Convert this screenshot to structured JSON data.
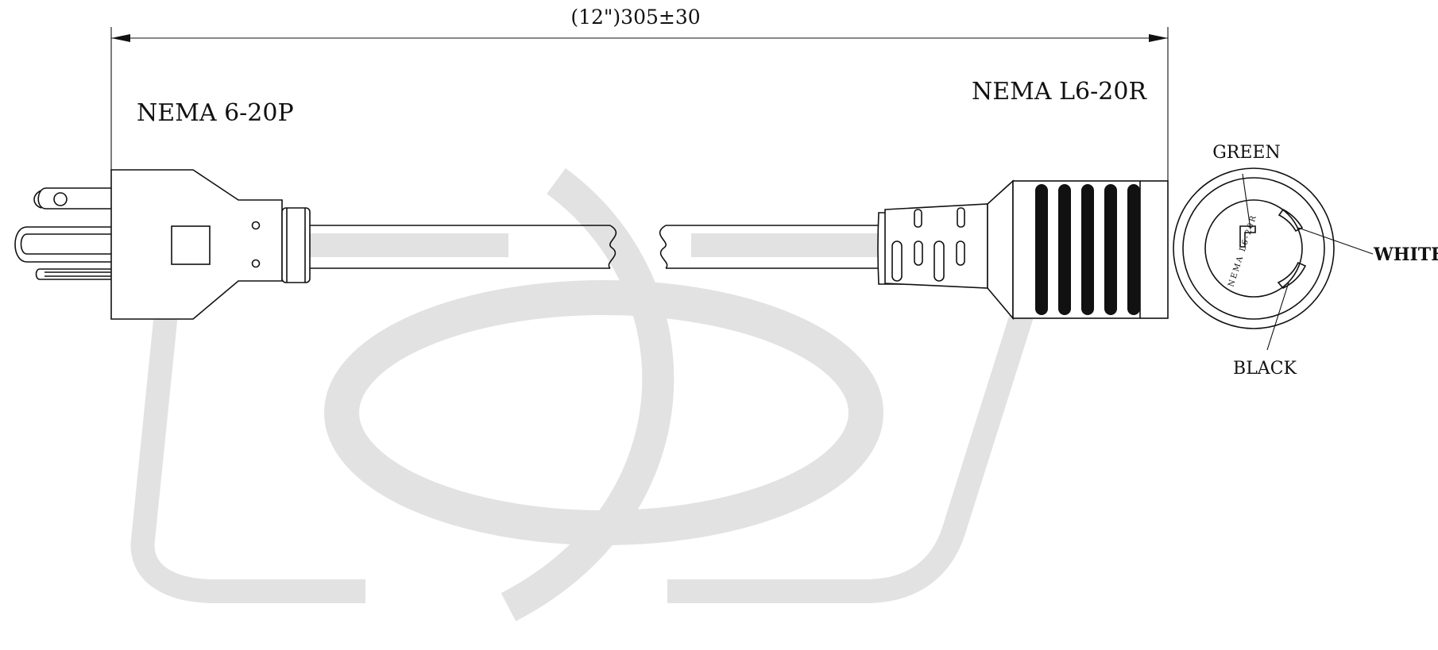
{
  "dimension": {
    "text": "(12\")305±30"
  },
  "left_connector": {
    "name": "NEMA 6-20P"
  },
  "right_connector": {
    "name": "NEMA L6-20R"
  },
  "receptacle_face": {
    "imprint": "NEMA L6-20R",
    "terminals": {
      "green": "GREEN",
      "white": "WHITE",
      "black": "BLACK"
    }
  },
  "colors": {
    "line": "#111111",
    "watermark": "#e2e2e2"
  }
}
